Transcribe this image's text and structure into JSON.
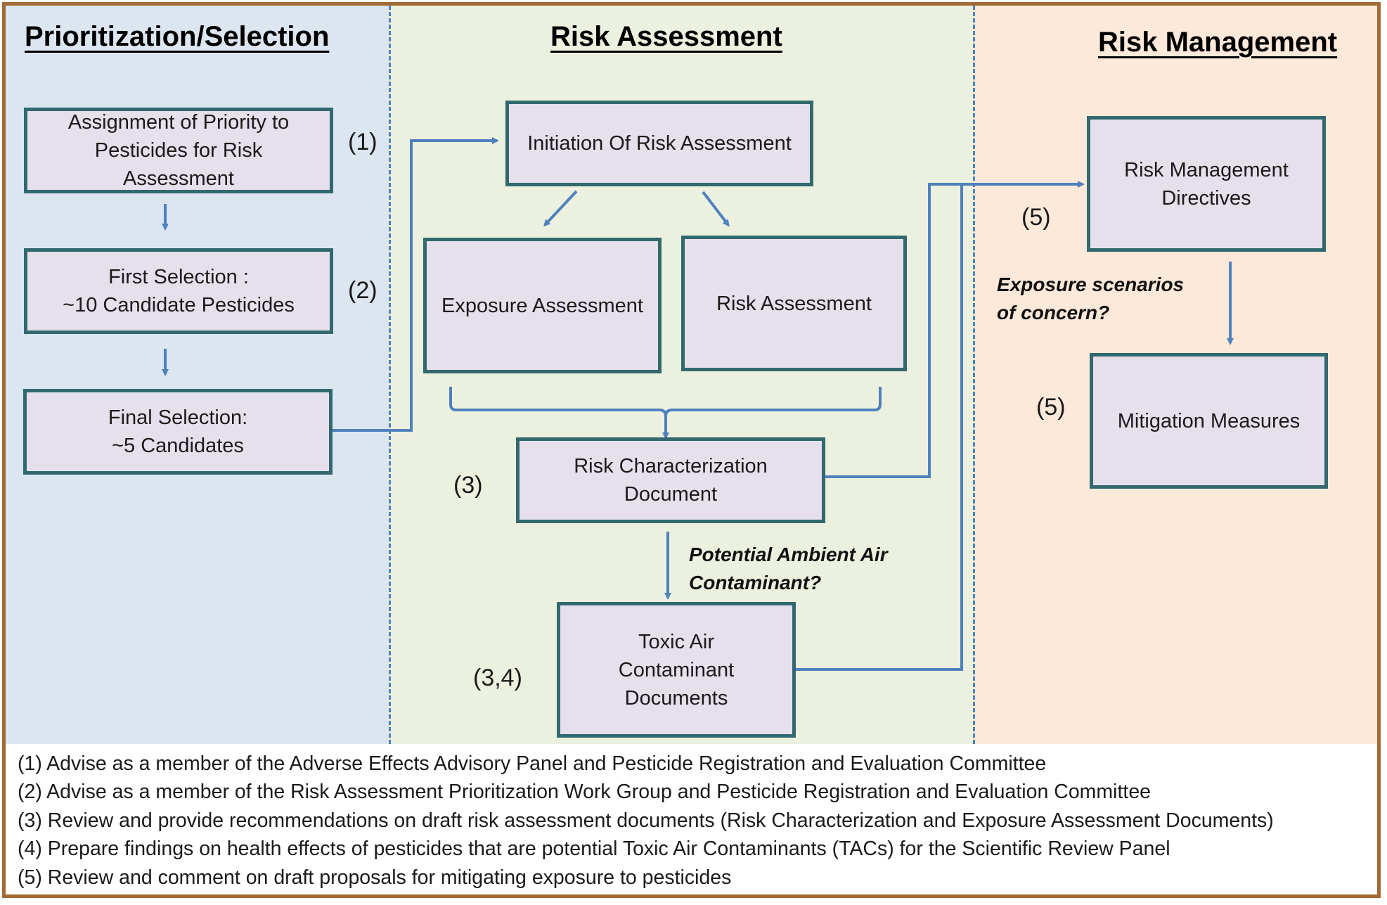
{
  "headings": {
    "prioritization": "Prioritization/Selection",
    "risk_assessment": "Risk Assessment",
    "risk_management": "Risk Management"
  },
  "boxes": {
    "assignment": "Assignment of Priority to\nPesticides for Risk\nAssessment",
    "first_selection": "First Selection :\n~10 Candidate Pesticides",
    "final_selection": "Final Selection:\n~5 Candidates",
    "initiation": "Initiation Of Risk Assessment",
    "exposure_assessment": "Exposure Assessment",
    "risk_assessment": "Risk Assessment",
    "risk_characterization": "Risk Characterization\nDocument",
    "toxic_air": "Toxic Air\nContaminant\nDocuments",
    "risk_management_directives": "Risk Management\nDirectives",
    "mitigation": "Mitigation Measures"
  },
  "refs": {
    "r1": "(1)",
    "r2": "(2)",
    "r3": "(3)",
    "r34": "(3,4)",
    "r5a": "(5)",
    "r5b": "(5)"
  },
  "notes": {
    "potential_air": "Potential Ambient Air\nContaminant?",
    "exposure_scenarios": "Exposure scenarios\nof concern?"
  },
  "legend": [
    "(1)  Advise as a member of the Adverse Effects Advisory Panel and Pesticide Registration and Evaluation Committee",
    "(2)  Advise as a member of the Risk Assessment Prioritization Work Group and Pesticide Registration and Evaluation Committee",
    "(3) Review and provide recommendations on draft risk assessment documents (Risk Characterization and Exposure Assessment Documents)",
    "(4) Prepare findings on health effects of pesticides that are potential Toxic Air Contaminants (TACs) for the Scientific Review Panel",
    "(5) Review and comment on draft proposals for mitigating exposure to pesticides"
  ],
  "colors": {
    "border_frame": "#a36a36",
    "panel_blue": "#dce6f1",
    "panel_green": "#ebf1de",
    "panel_orange": "#fde9d9",
    "box_fill": "#e6e0ec",
    "box_border": "#31696f",
    "connector": "#4f81bd"
  }
}
